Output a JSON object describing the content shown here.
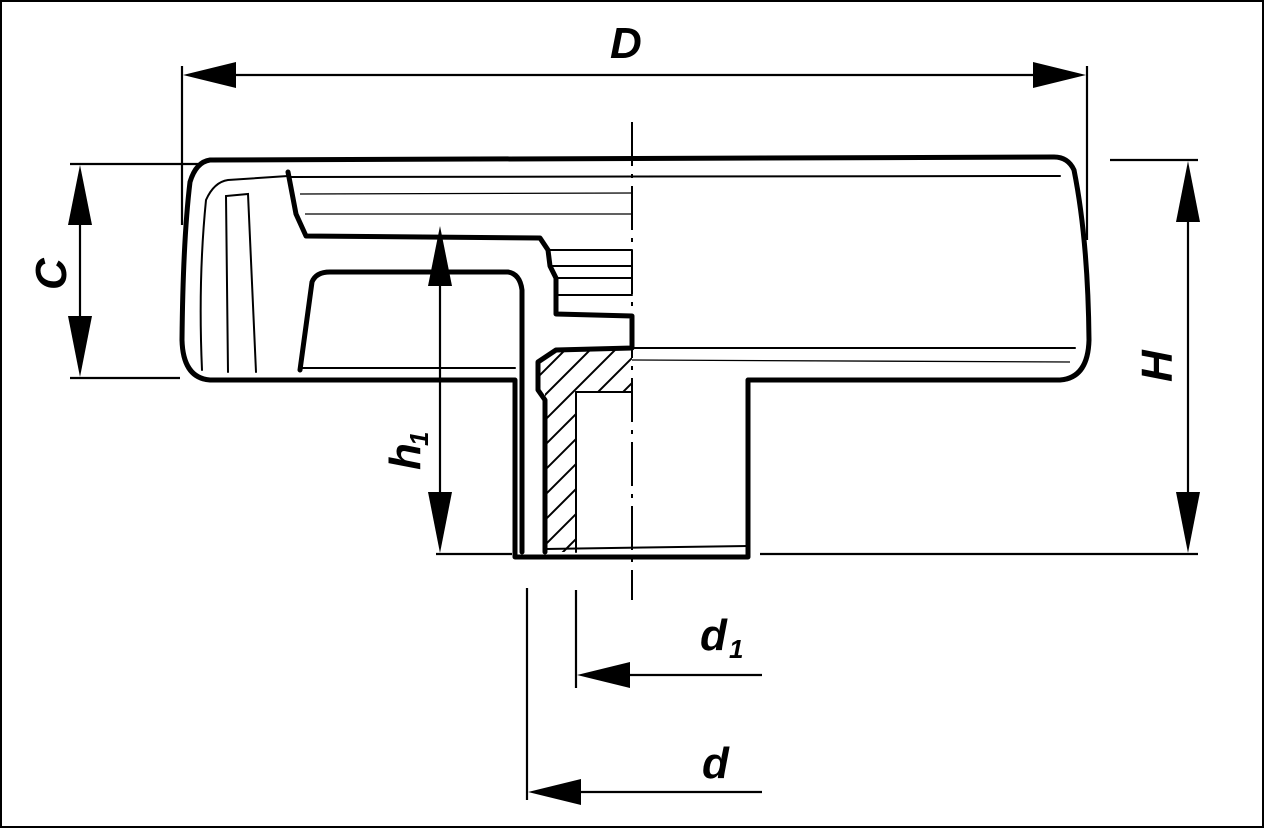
{
  "dimensions": {
    "D": "D",
    "C": "C",
    "H": "H",
    "h1_main": "h",
    "h1_sub": "1",
    "d1_main": "d",
    "d1_sub": "1",
    "d": "d"
  }
}
